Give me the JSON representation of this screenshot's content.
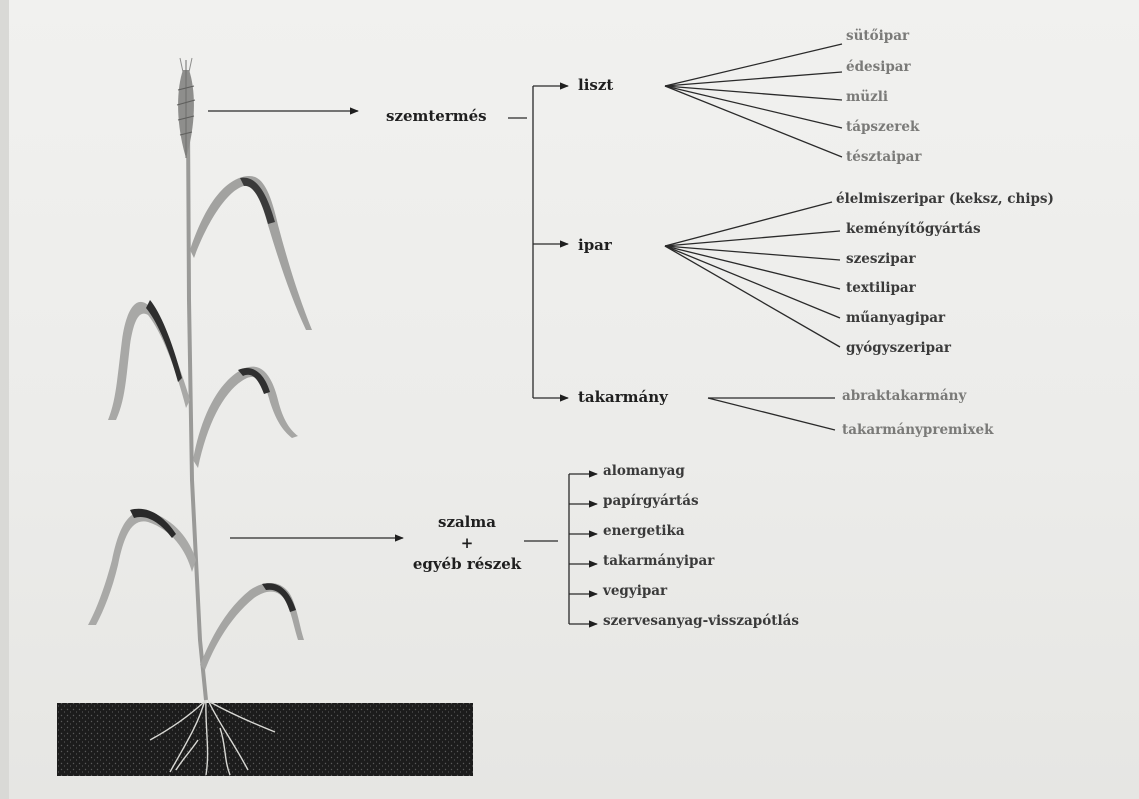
{
  "diagram": {
    "grain": "szemtermés",
    "branches": {
      "liszt": {
        "label": "liszt",
        "uses": [
          "sütőipar",
          "édesipar",
          "müzli",
          "tápszerek",
          "tésztaipar"
        ]
      },
      "ipar": {
        "label": "ipar",
        "uses": [
          "élelmiszeripar (keksz, chips)",
          "keményítőgyártás",
          "szeszipar",
          "textilipar",
          "műanyagipar",
          "gyógyszeripar"
        ]
      },
      "takarmany": {
        "label": "takarmány",
        "uses": [
          "abraktakarmány",
          "takarmánypremixek"
        ]
      }
    },
    "straw": {
      "line1": "szalma",
      "line2": "+",
      "line3": "egyéb részek",
      "uses": [
        "alomanyag",
        "papírgyártás",
        "energetika",
        "takarmányipar",
        "vegyipar",
        "szervesanyag-visszapótlás"
      ]
    }
  }
}
